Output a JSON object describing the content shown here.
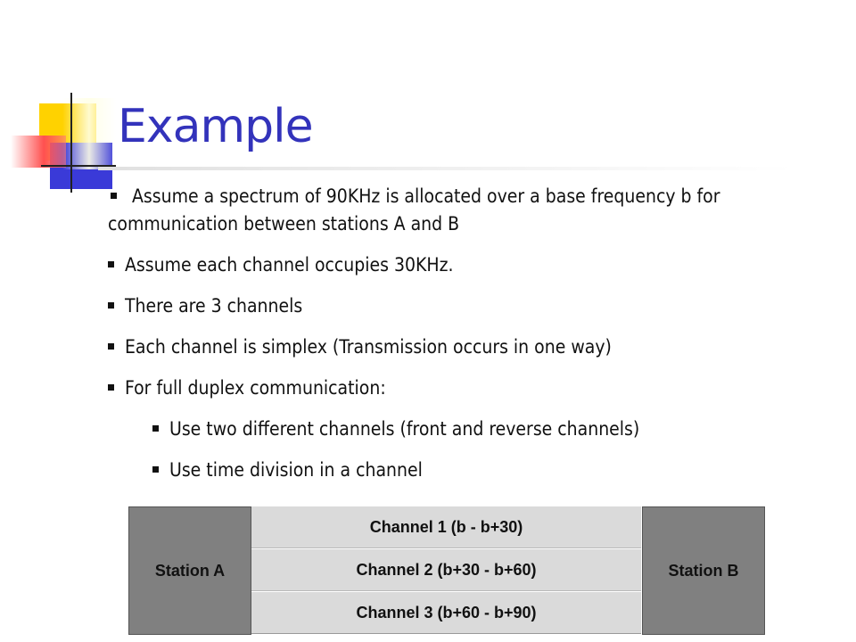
{
  "slide": {
    "title": "Example",
    "bullets": [
      "Assume a spectrum of 90KHz is allocated over a base frequency b for communication between stations A and B",
      "Assume each channel occupies 30KHz.",
      "There are 3 channels",
      "Each channel is simplex (Transmission occurs in one way)",
      "For full duplex communication:"
    ],
    "sub_bullets": [
      "Use two different channels (front and reverse channels)",
      "Use time division in a channel"
    ]
  },
  "diagram": {
    "station_a": "Station A",
    "station_b": "Station B",
    "channels": [
      "Channel 1 (b -  b+30)",
      "Channel 2 (b+30 - b+60)",
      "Channel 3 (b+60 - b+90)"
    ]
  },
  "colors": {
    "title": "#3333bb",
    "station": "#808080",
    "channel": "#dadada"
  }
}
